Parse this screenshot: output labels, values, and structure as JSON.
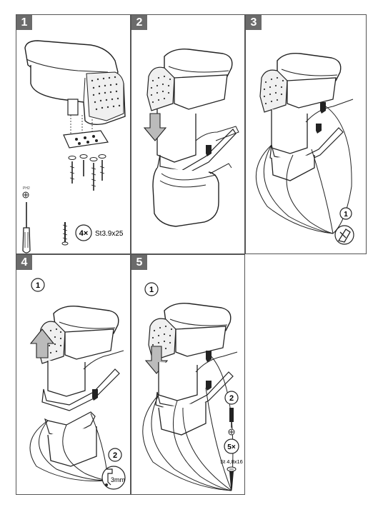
{
  "steps": [
    {
      "number": "1"
    },
    {
      "number": "2"
    },
    {
      "number": "3"
    },
    {
      "number": "4"
    },
    {
      "number": "5"
    }
  ],
  "step1": {
    "tool_label": "PH2",
    "screw_count": "4×",
    "screw_spec": "St3.9x25"
  },
  "step3": {
    "substep": "1"
  },
  "step4": {
    "substep_a": "1",
    "substep_b": "2",
    "hole_size": "3mm"
  },
  "step5": {
    "substep_a": "1",
    "substep_b": "2",
    "screw_count": "5×",
    "screw_spec": "St 4,8x16"
  },
  "colors": {
    "badge": "#6b6b6b",
    "line": "#222222",
    "pad": "#e6e6e6"
  }
}
